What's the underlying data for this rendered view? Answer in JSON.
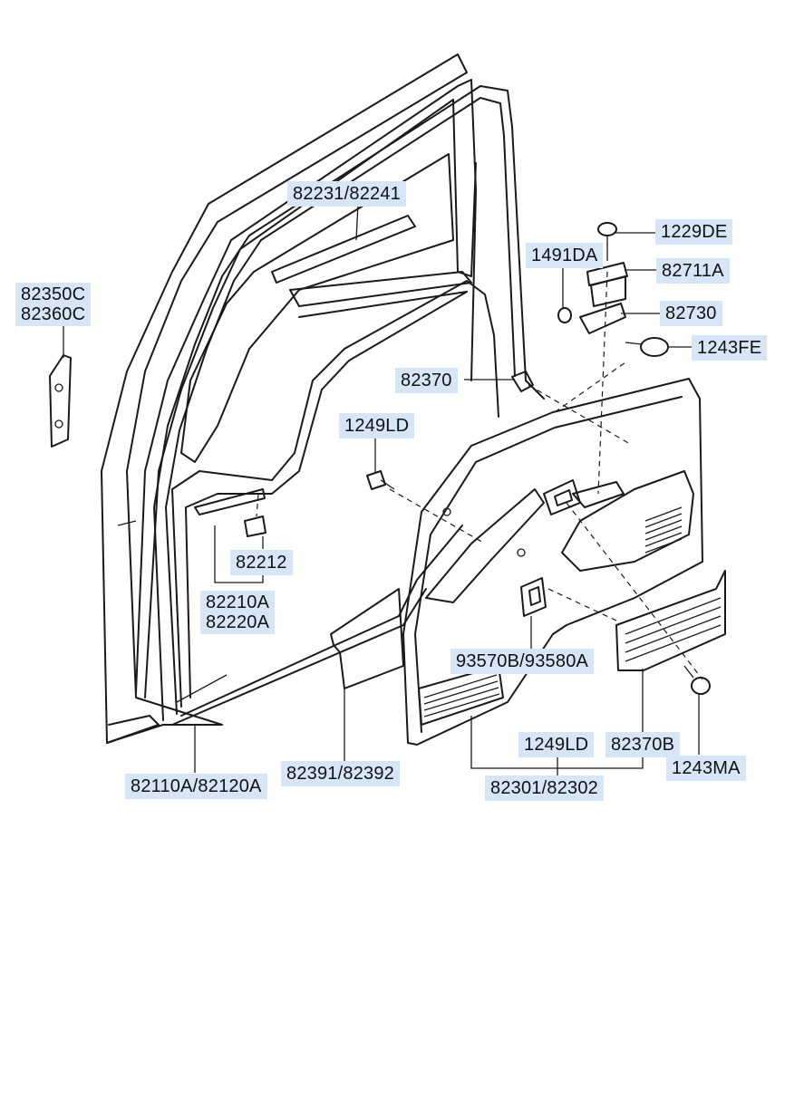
{
  "callouts": {
    "c_82231": "82231/82241",
    "c_82350": "82350C",
    "c_82360": "82360C",
    "c_1229DE": "1229DE",
    "c_1491DA": "1491DA",
    "c_82711A": "82711A",
    "c_82730": "82730",
    "c_1243FE": "1243FE",
    "c_82370": "82370",
    "c_1249LD_top": "1249LD",
    "c_82212": "82212",
    "c_82210A": "82210A",
    "c_82220A": "82220A",
    "c_93570B": "93570B/93580A",
    "c_1249LD_bot": "1249LD",
    "c_82370B": "82370B",
    "c_1243MA": "1243MA",
    "c_82391": "82391/82392",
    "c_82110A": "82110A/82120A",
    "c_82301": "82301/82302"
  },
  "colors": {
    "label_bg": "#d6e6f7",
    "line": "#1a1a1a",
    "background": "#ffffff"
  }
}
